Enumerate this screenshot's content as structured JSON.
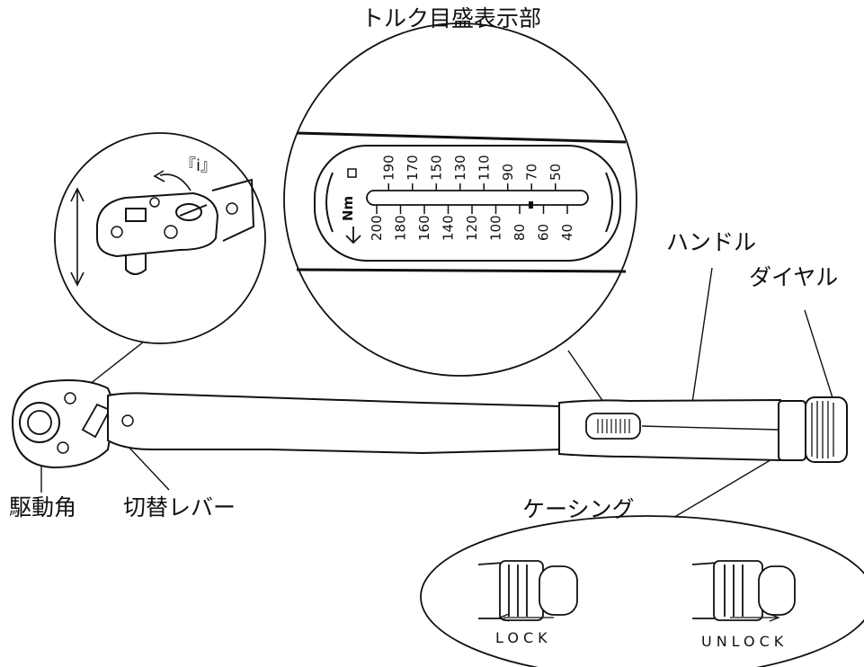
{
  "labels": {
    "torque_scale": "トルク目盛表示部",
    "handle": "ハンドル",
    "dial": "ダイヤル",
    "drive_square": "駆動角",
    "switch_lever": "切替レバー",
    "casing": "ケーシング",
    "lock": "LOCK",
    "unlock": "UNLOCK",
    "ratchet_mark": "『i』"
  },
  "scale": {
    "unit": "Nm",
    "top_values": [
      "190",
      "170",
      "150",
      "130",
      "110",
      "90",
      "70",
      "50"
    ],
    "bottom_values": [
      "200",
      "180",
      "160",
      "140",
      "120",
      "100",
      "80",
      "60",
      "40"
    ]
  }
}
